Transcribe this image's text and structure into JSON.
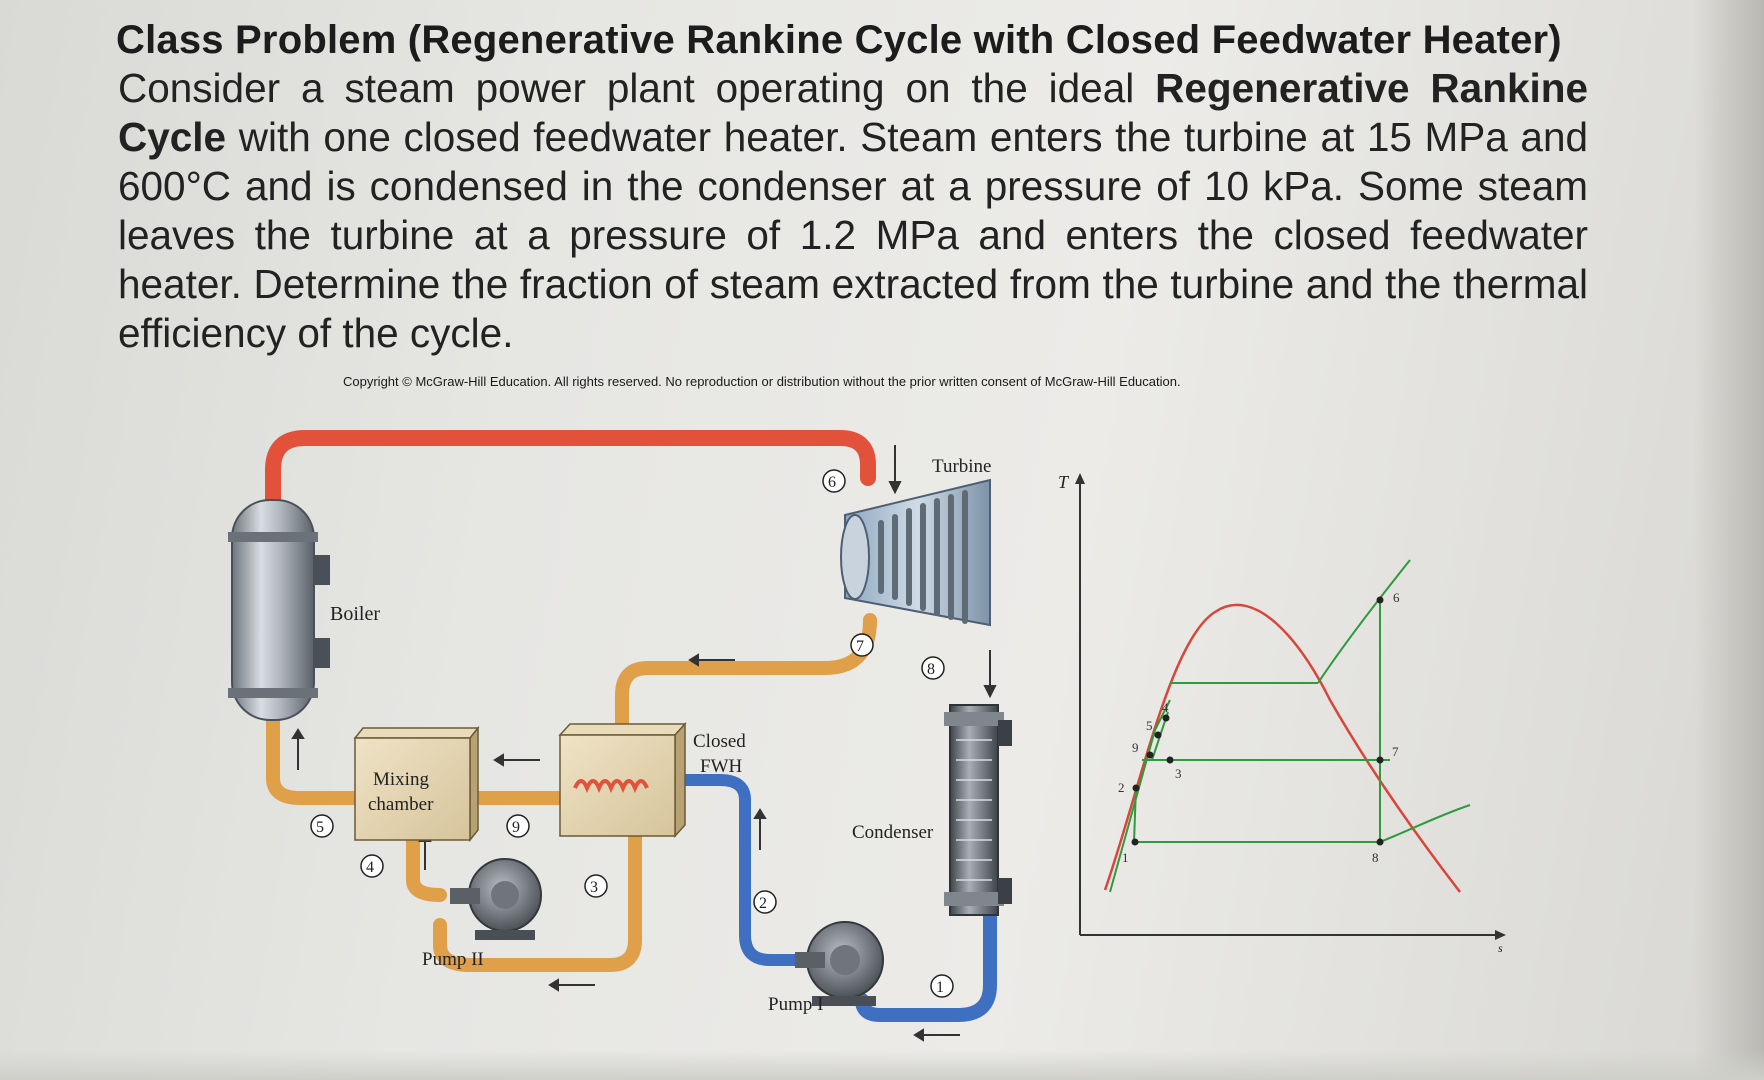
{
  "problem": {
    "title": "Class Problem (Regenerative Rankine Cycle with Closed Feedwater Heater)",
    "intro": "Consider a steam power plant operating on the ideal ",
    "cycle_name": "Regenerative Rankine Cycle",
    "body": " with one closed feedwater heater. Steam enters the turbine at 15 MPa and 600°C and is condensed in the condenser at a pressure of 10 kPa. Some steam leaves the turbine at a pressure of 1.2 MPa and enters the closed feedwater heater. Determine the fraction of steam extracted from the turbine and the thermal efficiency of the cycle.",
    "copyright": "Copyright © McGraw-Hill Education.  All rights reserved. No reproduction or distribution without the prior written consent of McGraw-Hill Education."
  },
  "schematic": {
    "boiler": "Boiler",
    "turbine": "Turbine",
    "mixing_chamber_1": "Mixing",
    "mixing_chamber_2": "chamber",
    "closed_fwh_1": "Closed",
    "closed_fwh_2": "FWH",
    "condenser": "Condenser",
    "pump_1": "Pump I",
    "pump_2": "Pump II",
    "states": [
      "1",
      "2",
      "3",
      "4",
      "5",
      "6",
      "7",
      "8",
      "9"
    ]
  },
  "ts_diagram": {
    "y_axis": "T",
    "x_axis": "s",
    "points": [
      "1",
      "2",
      "3",
      "4",
      "5",
      "6",
      "7",
      "8",
      "9"
    ],
    "colors": {
      "dome": "#d8453a",
      "process": "#2f9a3e",
      "axis": "#333333"
    }
  },
  "colors": {
    "hot_pipe": "#e2513a",
    "warm_pipe": "#e0a04a",
    "cold_pipe": "#3f6fc0",
    "equipment": "#9aa3ad"
  }
}
